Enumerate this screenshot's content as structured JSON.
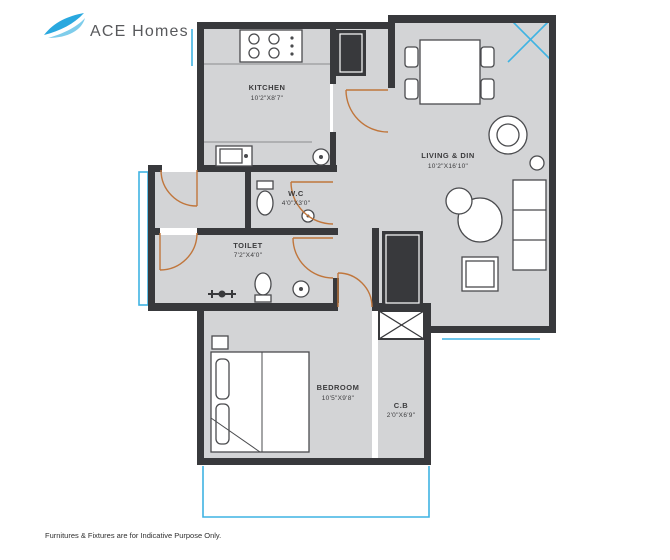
{
  "brand": {
    "name": "ACE Homes"
  },
  "rooms": {
    "kitchen": {
      "name": "KITCHEN",
      "dims": "10'2\"X8'7\""
    },
    "living": {
      "name": "LIVING & DIN",
      "dims": "10'2\"X16'10\""
    },
    "wc": {
      "name": "W.C",
      "dims": "4'0\"X3'0\""
    },
    "toilet": {
      "name": "TOILET",
      "dims": "7'2\"X4'0\""
    },
    "bedroom": {
      "name": "BEDROOM",
      "dims": "10'5\"X9'8\""
    },
    "cb": {
      "name": "C.B",
      "dims": "2'0\"X6'9\""
    }
  },
  "footer": {
    "note": "Furnitures & Fixtures are for Indicative Purpose Only."
  },
  "colors": {
    "wall": "#38393c",
    "floor": "#d3d4d6",
    "door_arc": "#c0763c",
    "window": "#3fb3e3",
    "logo_blue": "#29a8df"
  }
}
